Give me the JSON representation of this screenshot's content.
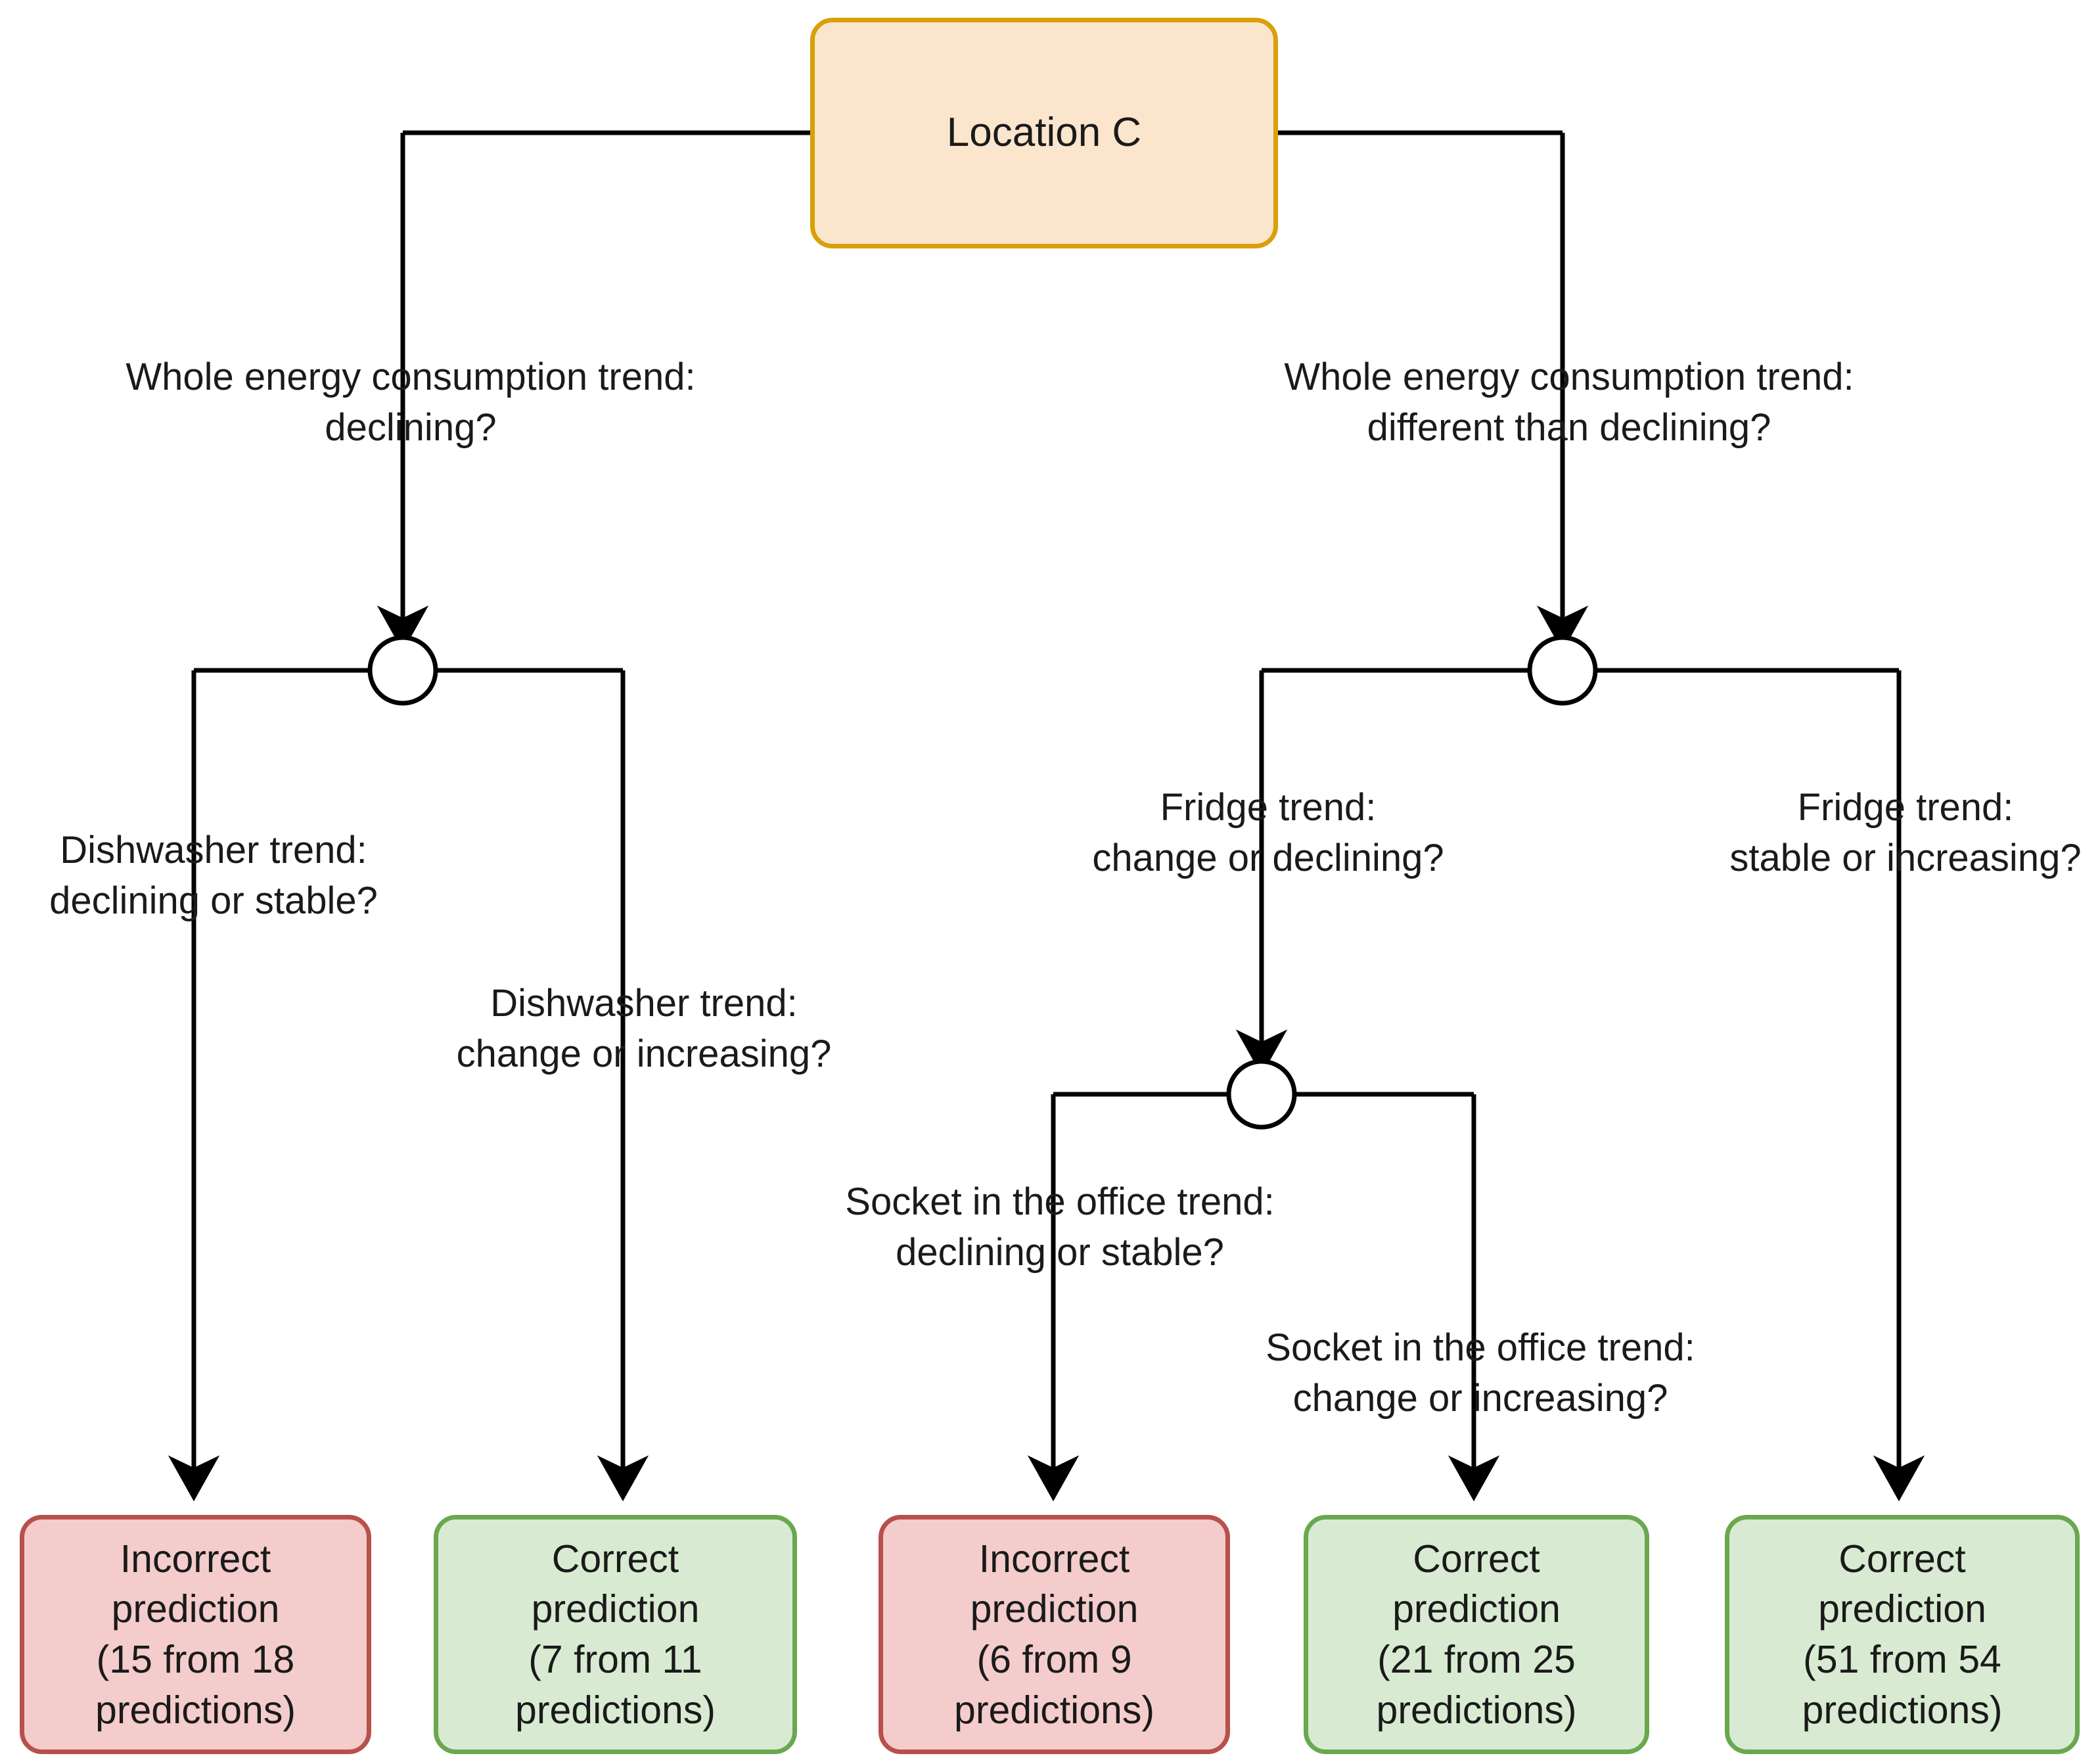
{
  "diagram": {
    "type": "decision-tree",
    "root": {
      "label": "Location C",
      "fill": "#fce5cd",
      "stroke": "#d9a009"
    },
    "colors": {
      "incorrect_fill": "#f4cccc",
      "incorrect_stroke": "#b8504b",
      "correct_fill": "#d9ead3",
      "correct_stroke": "#6aa84f",
      "edge": "#000000"
    },
    "edge_labels": {
      "root_left": "Whole energy consumption trend:\ndeclining?",
      "root_right": "Whole energy consumption trend:\ndifferent than declining?",
      "dishwasher_left": "Dishwasher trend:\ndeclining or stable?",
      "dishwasher_right": "Dishwasher trend:\nchange or increasing?",
      "fridge_left": "Fridge trend:\nchange or declining?",
      "fridge_right": "Fridge trend:\nstable or increasing?",
      "socket_left": "Socket in the office trend:\ndeclining or stable?",
      "socket_right": "Socket in the office trend:\nchange or increasing?"
    },
    "leaves": [
      {
        "id": "leaf-1",
        "outcome": "Incorrect",
        "label": "Incorrect\nprediction\n(15 from 18\npredictions)",
        "correct_count": 15,
        "total_count": 18
      },
      {
        "id": "leaf-2",
        "outcome": "Correct",
        "label": "Correct\nprediction\n(7 from 11\npredictions)",
        "correct_count": 7,
        "total_count": 11
      },
      {
        "id": "leaf-3",
        "outcome": "Incorrect",
        "label": "Incorrect\nprediction\n(6 from 9\npredictions)",
        "correct_count": 6,
        "total_count": 9
      },
      {
        "id": "leaf-4",
        "outcome": "Correct",
        "label": "Correct\nprediction\n(21 from 25\npredictions)",
        "correct_count": 21,
        "total_count": 25
      },
      {
        "id": "leaf-5",
        "outcome": "Correct",
        "label": "Correct\nprediction\n(51 from 54\npredictions)",
        "correct_count": 51,
        "total_count": 54
      }
    ]
  }
}
